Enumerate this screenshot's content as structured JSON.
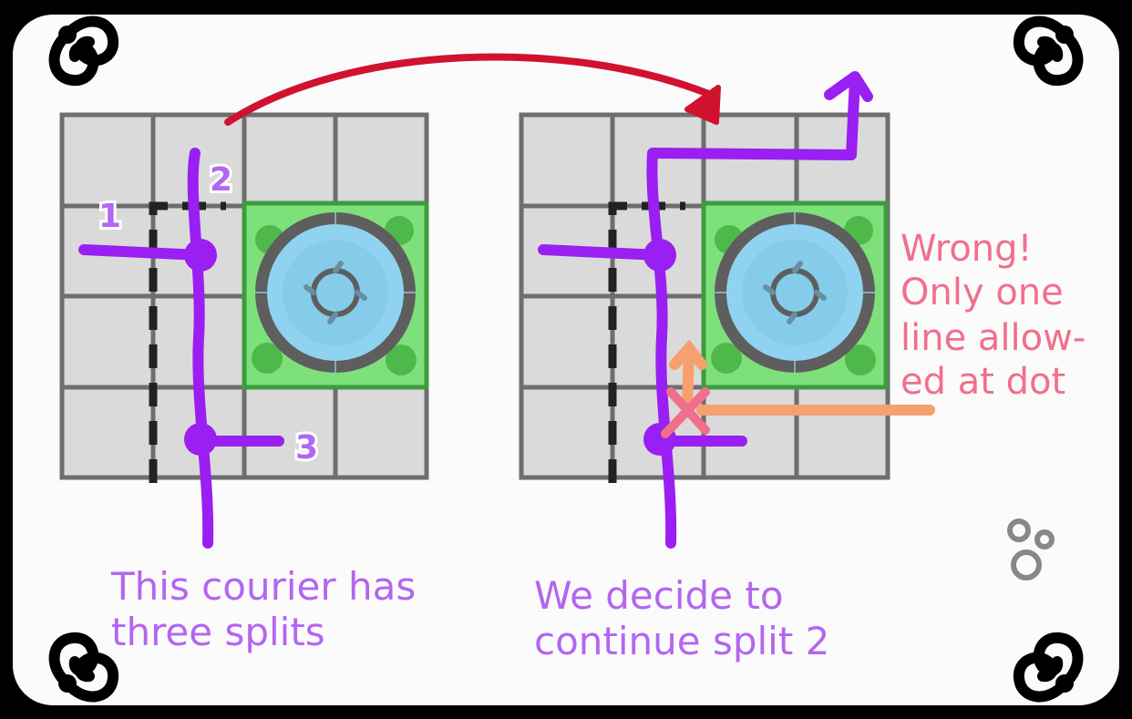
{
  "colors": {
    "background": "#000000",
    "card": "#fbfbfb",
    "grid_fill": "#dadada",
    "grid_line": "#6e6e6e",
    "courier_path": "#9a1ff2",
    "caption": "#b366f0",
    "arrow_red": "#d0122e",
    "warning_text": "#f0708c",
    "warning_mark": "#f5a06e",
    "park_green": "#7ee07a",
    "fountain_water": "#8fd3f0"
  },
  "left_panel": {
    "split_labels": [
      "1",
      "2",
      "3"
    ],
    "caption_lines": [
      "This courier has",
      "three splits"
    ]
  },
  "right_panel": {
    "caption_lines": [
      "We decide to",
      "continue split 2"
    ],
    "warning_lines": [
      "Wrong!",
      "Only one",
      "line allow-",
      "ed at dot"
    ]
  },
  "icons": {
    "corner_ornament": "swirl-ornament-icon",
    "park": "fountain-park-icon",
    "bubbles": "bubbles-icon",
    "arrow": "curved-arrow-icon",
    "invalid": "x-mark-icon"
  }
}
